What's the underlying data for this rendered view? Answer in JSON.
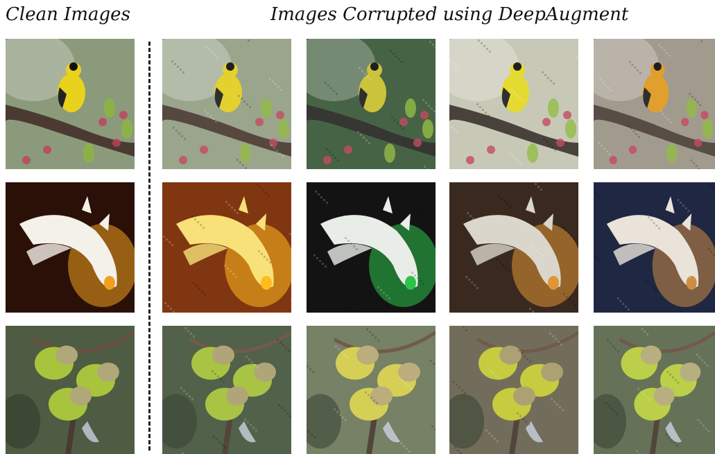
{
  "headers": {
    "clean": "Clean Images",
    "corrupted": "Images Corrupted using DeepAugment"
  },
  "rows": [
    {
      "subject": "goldfinch",
      "tiles": [
        {
          "variant": "clean",
          "bg": "#8c9a7c",
          "accent": "#e8d21c",
          "branch": "#4a3a32"
        },
        {
          "variant": "deepaugment-1",
          "bg": "#94a085",
          "accent": "#e2cf22",
          "branch": "#4c3c34"
        },
        {
          "variant": "deepaugment-2",
          "bg": "#3c5a3a",
          "accent": "#c8c030",
          "branch": "#2a2a26"
        },
        {
          "variant": "deepaugment-3",
          "bg": "#c4c6b2",
          "accent": "#e4d826",
          "branch": "#3e3630"
        },
        {
          "variant": "deepaugment-4",
          "bg": "#9c9586",
          "accent": "#e09a20",
          "branch": "#4e423a"
        }
      ]
    },
    {
      "subject": "koi fish",
      "tiles": [
        {
          "variant": "clean",
          "bg": "#2a1006",
          "accent": "#f4f0ea",
          "glow": "#f0a020"
        },
        {
          "variant": "deepaugment-1",
          "bg": "#7a2a04",
          "accent": "#f8e070",
          "glow": "#ffb810"
        },
        {
          "variant": "deepaugment-2",
          "bg": "#050505",
          "accent": "#e8ece6",
          "glow": "#20c040"
        },
        {
          "variant": "deepaugment-3",
          "bg": "#2e1c10",
          "accent": "#d8d4c8",
          "glow": "#e0902a"
        },
        {
          "variant": "deepaugment-4",
          "bg": "#121a38",
          "accent": "#e8e2d8",
          "glow": "#c88838"
        }
      ]
    },
    {
      "subject": "acorns",
      "tiles": [
        {
          "variant": "clean",
          "bg": "#4e5c44",
          "accent": "#a8c43c",
          "cap": "#b0a878"
        },
        {
          "variant": "deepaugment-1",
          "bg": "#48583e",
          "accent": "#a4c03a",
          "cap": "#aaa070"
        },
        {
          "variant": "deepaugment-2",
          "bg": "#6e7a5c",
          "accent": "#d4cc4c",
          "cap": "#b8a874"
        },
        {
          "variant": "deepaugment-3",
          "bg": "#6a6450",
          "accent": "#c4c834",
          "cap": "#a89c6c"
        },
        {
          "variant": "deepaugment-4",
          "bg": "#5c6a4e",
          "accent": "#b8cc3e",
          "cap": "#b4aa7a"
        }
      ]
    }
  ]
}
